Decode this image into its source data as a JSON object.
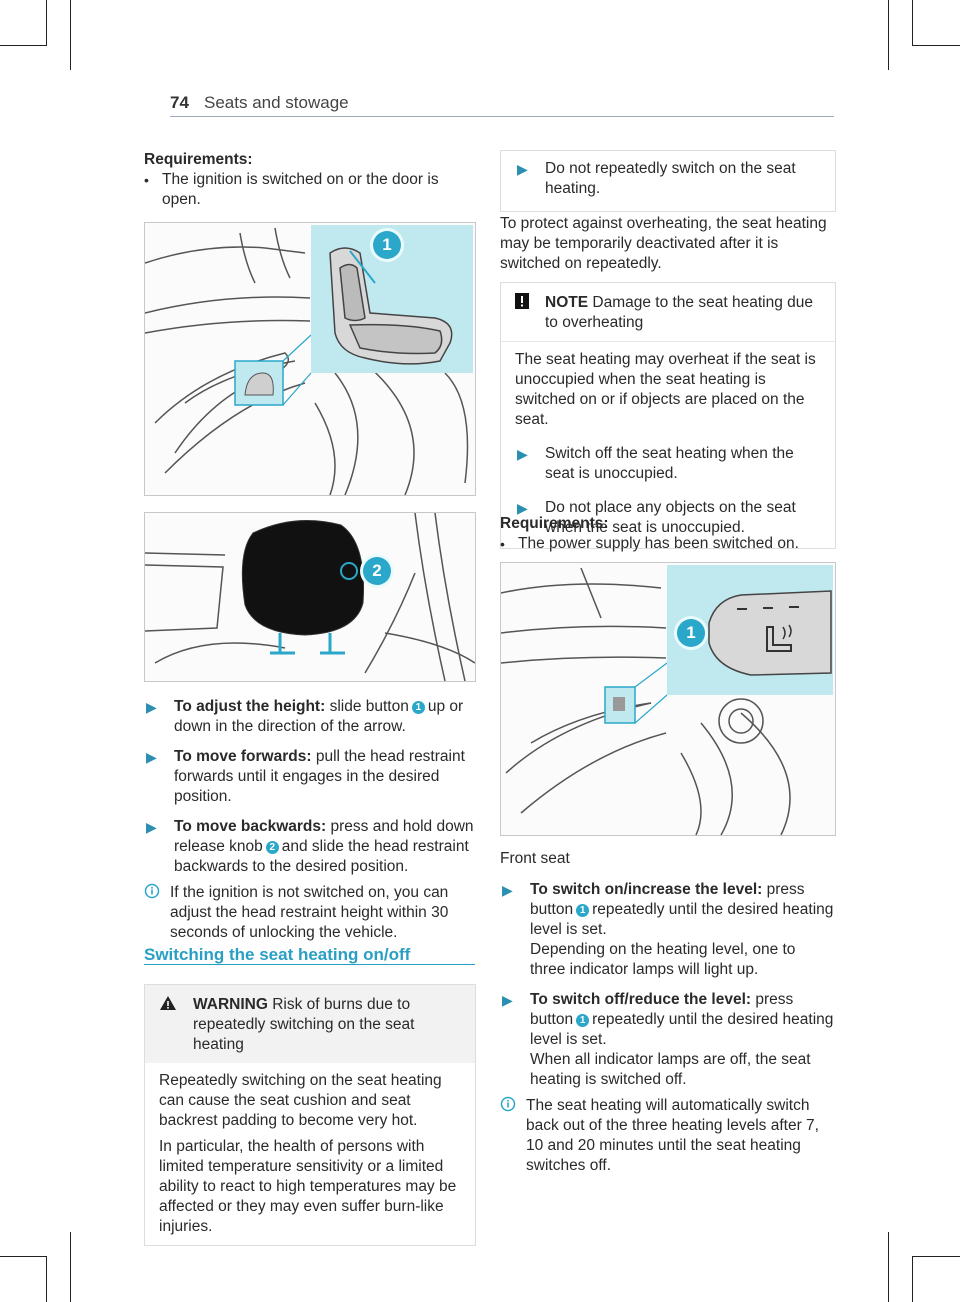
{
  "header": {
    "page_number": "74",
    "section_title": "Seats and stowage"
  },
  "left": {
    "requirements_label": "Requirements:",
    "requirement_1": "The ignition is switched on or the door is open.",
    "step_height_label": "To adjust the height:",
    "step_height_text_a": "slide button",
    "step_height_badge": "1",
    "step_height_text_b": "up or down in the direction of the arrow.",
    "step_forward_label": "To move forwards:",
    "step_forward_text": "pull the head restraint forwards until it engages in the desired position.",
    "step_back_label": "To move backwards:",
    "step_back_text_a": "press and hold down release knob",
    "step_back_badge": "2",
    "step_back_text_b": "and slide the head restraint backwards to the desired position.",
    "info_text": "If the ignition is not switched on, you can adjust the head restraint height within 30 seconds of unlocking the vehicle.",
    "section_heading": "Switching the seat heating on/off",
    "warning_label": "WARNING",
    "warning_title": "Risk of burns due to repeatedly switching on the seat heating",
    "warning_p1": "Repeatedly switching on the seat heating can cause the seat cushion and seat backrest padding to become very hot.",
    "warning_p2": "In particular, the health of persons with limited temperature sensitivity or a limited ability to react to high temperatures may be affected or they may even suffer burn-like injuries.",
    "fig1_badge": "1",
    "fig2_badge": "2"
  },
  "right": {
    "step_noswitch": "Do not repeatedly switch on the seat heating.",
    "protect_text": "To protect against overheating, the seat heating may be temporarily deactivated after it is switched on repeatedly.",
    "note_label": "NOTE",
    "note_title": "Damage to the seat heating due to overheating",
    "note_p1": "The seat heating may overheat if the seat is unoccupied when the seat heating is switched on or if objects are placed on the seat.",
    "note_step1": "Switch off the seat heating when the seat is unoccupied.",
    "note_step2": "Do not place any objects on the seat when the seat is unoccupied.",
    "requirements_label": "Requirements:",
    "requirement_1": "The power supply has been switched on.",
    "fig3_badge": "1",
    "caption": "Front seat",
    "step_on_label": "To switch on/increase the level:",
    "step_on_text_a": "press button",
    "step_on_badge": "1",
    "step_on_text_b": "repeatedly until the desired heating level is set.",
    "step_on_text_c": "Depending on the heating level, one to three indicator lamps will light up.",
    "step_off_label": "To switch off/reduce the level:",
    "step_off_text_a": "press button",
    "step_off_badge": "1",
    "step_off_text_b": "repeatedly until the desired heating level is set.",
    "step_off_text_c": "When all indicator lamps are off, the seat heating is switched off.",
    "info_text": "The seat heating will automatically switch back out of the three heating levels after 7, 10 and 20 minutes until the seat heating switches off."
  },
  "colors": {
    "accent": "#2a9fc4",
    "highlight": "#bfe9ef",
    "badge": "#2aa7c9"
  }
}
